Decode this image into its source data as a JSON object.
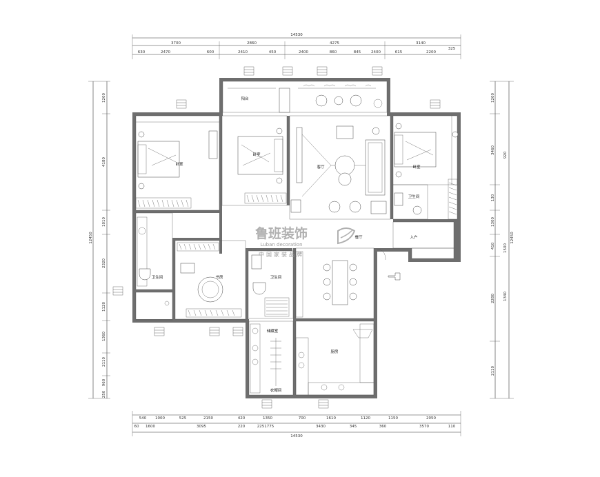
{
  "dimensions": {
    "top_overall": "14530",
    "top_row1": [
      "3700",
      "2860",
      "4275",
      "3140"
    ],
    "top_row1_extra": "325",
    "top_row2": [
      "630",
      "2470",
      "600",
      "2410",
      "450",
      "2400",
      "860",
      "845",
      "2400",
      "615",
      "2200"
    ],
    "bottom_row1": [
      "540",
      "1000",
      "525",
      "2150",
      "420",
      "1350",
      "700",
      "1610",
      "1120",
      "1150",
      "2050"
    ],
    "bottom_row2": [
      "60",
      "1600",
      "3095",
      "220",
      "2251775",
      "3430",
      "345",
      "360",
      "3570",
      "110"
    ],
    "bottom_overall": "14530",
    "left_row": [
      "1200",
      "4180",
      "1010",
      "2320",
      "1120",
      "1360",
      "2110",
      "960",
      "250"
    ],
    "left_total": "12450",
    "right_row": [
      "1200",
      "3460",
      "130",
      "1300",
      "410",
      "2280",
      "2110"
    ],
    "right_extra": [
      "920",
      "1500",
      "1340"
    ],
    "right_total": "12450"
  },
  "rooms": {
    "bedroom_main": "卧室",
    "bedroom_second": "卧室",
    "bedroom_right": "卧室",
    "living": "客厅",
    "dining": "餐厅",
    "kitchen": "厨房",
    "study": "书房",
    "bath_left": "卫生间",
    "bath_mid": "卫生间",
    "bath_right": "卫生间",
    "balcony": "阳台",
    "entry": "入户",
    "storage": "储藏室",
    "cloak": "衣帽间"
  },
  "logo": {
    "name_cn": "鲁班装饰",
    "name_en": "Luban decoration",
    "tagline": "中国家装品牌"
  },
  "colors": {
    "walls": "#6e6e6e",
    "lines": "#333333",
    "logo_text": "#b0b0b0"
  }
}
